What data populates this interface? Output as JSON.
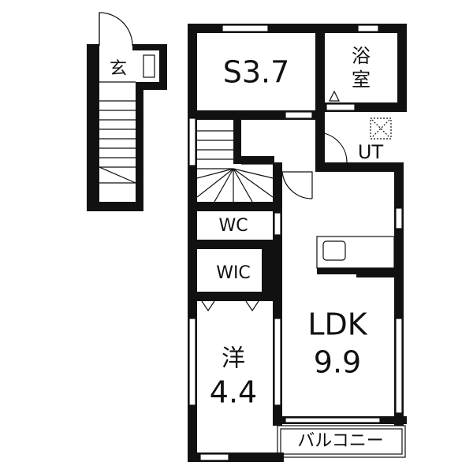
{
  "floor_plan": {
    "rooms": {
      "genkan": "玄",
      "service_room": "S3.7",
      "bath": "浴\n室",
      "utility": "UT",
      "toilet": "WC",
      "closet": "WIC",
      "western_room_name": "洋",
      "western_room_size": "4.4",
      "ldk_name": "LDK",
      "ldk_size": "9.9",
      "balcony": "バルコニー"
    },
    "colors": {
      "wall": "#111111",
      "background": "#ffffff"
    }
  }
}
